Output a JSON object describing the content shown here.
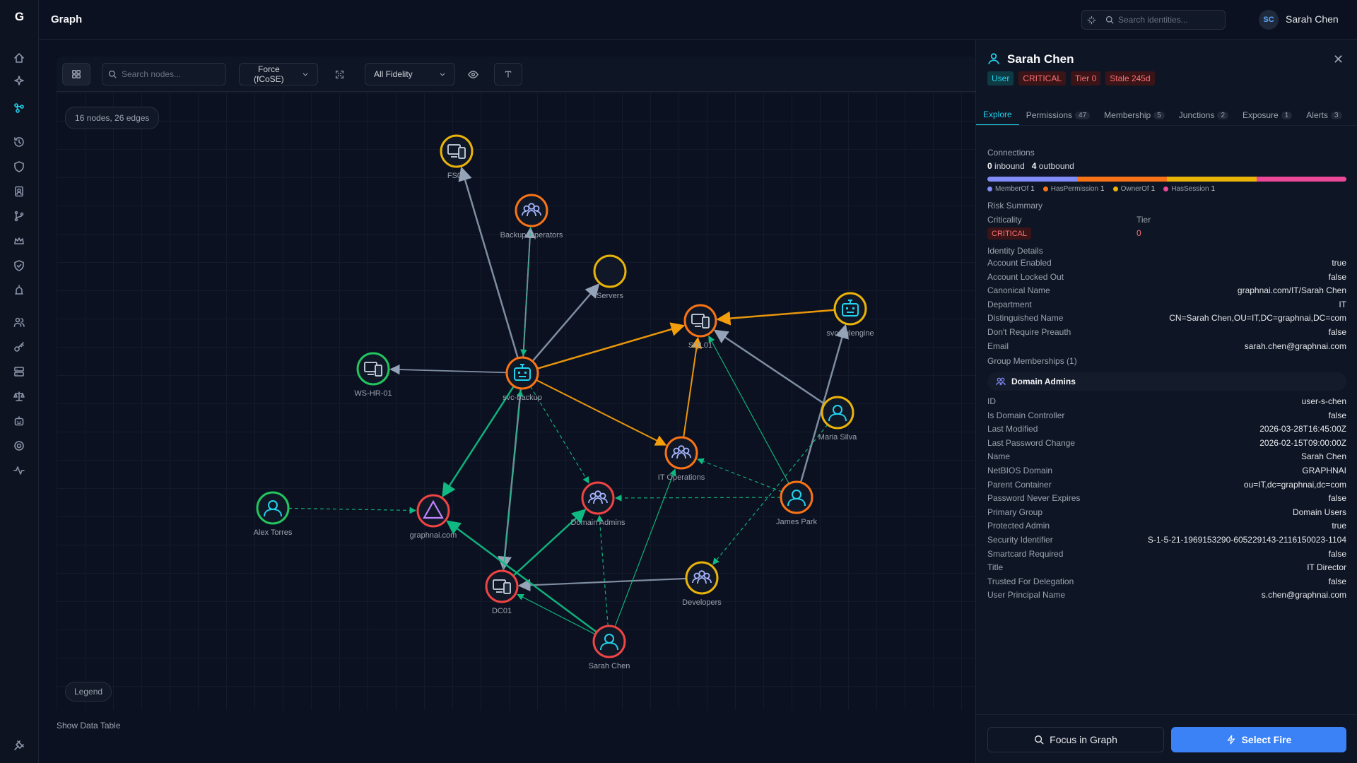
{
  "app": {
    "logo": "G",
    "page_title": "Graph"
  },
  "rail": {
    "items": [
      "home-icon",
      "sparkle-icon",
      "graph-icon",
      "history-icon",
      "shield-icon",
      "contact-icon",
      "branch-icon",
      "crown-icon",
      "shield-check-icon",
      "alarm-icon",
      "users-icon",
      "key-icon",
      "server-icon",
      "scale-icon",
      "robot-icon",
      "target-icon",
      "activity-icon"
    ],
    "bottom": "pin-icon"
  },
  "topbar": {
    "search_placeholder": "Search identities...",
    "avatar_initials": "SC",
    "user_name": "Sarah Chen"
  },
  "toolbar": {
    "search_placeholder": "Search nodes...",
    "layout_line1": "Force",
    "layout_line2": "(fCoSE)",
    "fidelity": "All Fidelity"
  },
  "graph": {
    "count": "16 nodes, 26 edges",
    "legend": "Legend",
    "show_table": "Show Data Table",
    "nodes": [
      {
        "id": "FS01",
        "label": "FS01",
        "type": "computer",
        "ring": "#eab308"
      },
      {
        "id": "BO",
        "label": "Backup Operators",
        "type": "group",
        "ring": "#f97316"
      },
      {
        "id": "SRV",
        "label": "Servers",
        "type": "empty",
        "ring": "#eab308"
      },
      {
        "id": "SQL01",
        "label": "SQL01",
        "type": "computer",
        "ring": "#f97316"
      },
      {
        "id": "SQLENG",
        "label": "svc-sqlengine",
        "type": "robot",
        "ring": "#eab308"
      },
      {
        "id": "WSHR",
        "label": "WS-HR-01",
        "type": "computer",
        "ring": "#22c55e"
      },
      {
        "id": "SVCB",
        "label": "svc-backup",
        "type": "robot",
        "ring": "#f97316"
      },
      {
        "id": "MARIA",
        "label": "Maria Silva",
        "type": "user",
        "ring": "#eab308"
      },
      {
        "id": "ITOPS",
        "label": "IT Operations",
        "type": "group",
        "ring": "#f97316"
      },
      {
        "id": "ALEX",
        "label": "Alex Torres",
        "type": "user",
        "ring": "#22c55e"
      },
      {
        "id": "DOM",
        "label": "graphnai.com",
        "type": "domain",
        "ring": "#ef4444"
      },
      {
        "id": "DA",
        "label": "Domain Admins",
        "type": "group",
        "ring": "#ef4444"
      },
      {
        "id": "JAMES",
        "label": "James Park",
        "type": "user",
        "ring": "#f97316"
      },
      {
        "id": "DEV",
        "label": "Developers",
        "type": "group",
        "ring": "#eab308"
      },
      {
        "id": "DC01",
        "label": "DC01",
        "type": "computer",
        "ring": "#ef4444"
      },
      {
        "id": "SARAH",
        "label": "Sarah Chen",
        "type": "user",
        "ring": "#ef4444"
      }
    ]
  },
  "panel": {
    "name": "Sarah Chen",
    "badges": [
      {
        "label": "User",
        "fg": "#22d3ee",
        "bg": "#0e3a44"
      },
      {
        "label": "CRITICAL",
        "fg": "#f87171",
        "bg": "#3b1418"
      },
      {
        "label": "Tier 0",
        "fg": "#f87171",
        "bg": "#3b1418"
      },
      {
        "label": "Stale 245d",
        "fg": "#f87171",
        "bg": "#3b1418"
      }
    ],
    "tabs": [
      {
        "label": "Explore",
        "count": ""
      },
      {
        "label": "Permissions",
        "count": "47"
      },
      {
        "label": "Membership",
        "count": "5"
      },
      {
        "label": "Junctions",
        "count": "2"
      },
      {
        "label": "Exposure",
        "count": "1"
      },
      {
        "label": "Alerts",
        "count": "3"
      }
    ],
    "connections_title": "Connections",
    "inbound_count": "0",
    "inbound_label": "inbound",
    "outbound_count": "4",
    "outbound_label": "outbound",
    "edge_types": [
      {
        "name": "MemberOf",
        "count": "1",
        "color": "#818cf8",
        "share": 0.25
      },
      {
        "name": "HasPermission",
        "count": "1",
        "color": "#f97316",
        "share": 0.25
      },
      {
        "name": "OwnerOf",
        "count": "1",
        "color": "#eab308",
        "share": 0.25
      },
      {
        "name": "HasSession",
        "count": "1",
        "color": "#ec4899",
        "share": 0.25
      }
    ],
    "risk_title": "Risk Summary",
    "criticality_label": "Criticality",
    "criticality_value": "CRITICAL",
    "tier_label": "Tier",
    "tier_value": "0",
    "identity_title": "Identity Details",
    "details_a": [
      {
        "k": "Account Enabled",
        "v": "true"
      },
      {
        "k": "Account Locked Out",
        "v": "false"
      },
      {
        "k": "Canonical Name",
        "v": "graphnai.com/IT/Sarah Chen"
      },
      {
        "k": "Department",
        "v": "IT"
      },
      {
        "k": "Distinguished Name",
        "v": "CN=Sarah Chen,OU=IT,DC=graphnai,DC=com"
      },
      {
        "k": "Don't Require Preauth",
        "v": "false"
      },
      {
        "k": "Email",
        "v": "sarah.chen@graphnai.com"
      }
    ],
    "group_memberships_label": "Group Memberships (1)",
    "group_chip": "Domain Admins",
    "details_b": [
      {
        "k": "ID",
        "v": "user-s-chen"
      },
      {
        "k": "Is Domain Controller",
        "v": "false"
      },
      {
        "k": "Last Modified",
        "v": "2026-03-28T16:45:00Z"
      },
      {
        "k": "Last Password Change",
        "v": "2026-02-15T09:00:00Z"
      },
      {
        "k": "Name",
        "v": "Sarah Chen"
      },
      {
        "k": "NetBIOS Domain",
        "v": "GRAPHNAI"
      },
      {
        "k": "Parent Container",
        "v": "ou=IT,dc=graphnai,dc=com"
      },
      {
        "k": "Password Never Expires",
        "v": "false"
      },
      {
        "k": "Primary Group",
        "v": "Domain Users"
      },
      {
        "k": "Protected Admin",
        "v": "true"
      },
      {
        "k": "Security Identifier",
        "v": "S-1-5-21-1969153290-605229143-2116150023-1104"
      },
      {
        "k": "Smartcard Required",
        "v": "false"
      },
      {
        "k": "Title",
        "v": "IT Director"
      },
      {
        "k": "Trusted For Delegation",
        "v": "false"
      },
      {
        "k": "User Principal Name",
        "v": "s.chen@graphnai.com"
      }
    ],
    "focus_button": "Focus in Graph",
    "fire_button": "Select Fire"
  }
}
